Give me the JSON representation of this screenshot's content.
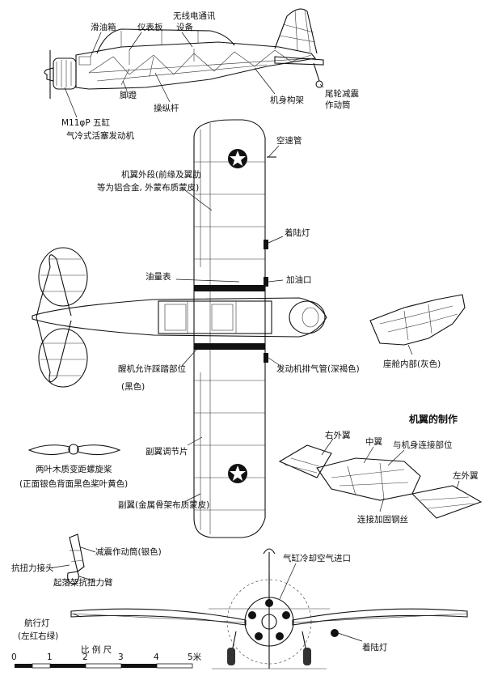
{
  "labels": {
    "fuel_box": "滑油箱",
    "instrument_panel": "仪表板",
    "radio_line1": "无线电通讯",
    "radio_line2": "设备",
    "pedal": "脚蹬",
    "control_stick": "操纵杆",
    "engine_line1": "M11φP 五缸",
    "engine_line2": "气冷式活塞发动机",
    "fuselage_frame": "机身构架",
    "tailwheel_line1": "尾轮减震",
    "tailwheel_line2": "作动筒",
    "pitot": "空速管",
    "outer_wing_line1": "机翼外段(前缘及翼肋",
    "outer_wing_line2": "等为铝合金, 外蒙布质蒙皮)",
    "landing_light_top": "着陆灯",
    "fuel_gauge": "油量表",
    "fuel_filler": "加油口",
    "walkway_line1": "醒机允许踩踏部位",
    "walkway_line2": "(黑色)",
    "exhaust": "发动机排气管(深褐色)",
    "cockpit_interior": "座舱内部(灰色)",
    "wing_making": "机翼的制作",
    "right_outer": "右外翼",
    "center_wing": "中翼",
    "fuselage_joint": "与机身连接部位",
    "left_outer": "左外翼",
    "trim_tab": "副翼调节片",
    "prop_line1": "两叶木质变距螺旋桨",
    "prop_line2": "(正面银色背面黑色桨叶黄色)",
    "aileron": "副翼(金属骨架布质蒙皮)",
    "joint_wire": "连接加固钢丝",
    "shock_strut": "减震作动筒(银色)",
    "torsion_joint": "抗扭力接头",
    "gear_torsion_arm": "起落架抗扭力臂",
    "cooling_inlet": "气缸冷却空气进口",
    "nav_light_line1": "航行灯",
    "nav_light_line2": "(左红右绿)",
    "landing_light_front": "着陆灯",
    "scale_title": "比  例  尺",
    "scale_ticks": [
      "0",
      "1",
      "2",
      "3",
      "4",
      "5米"
    ]
  }
}
